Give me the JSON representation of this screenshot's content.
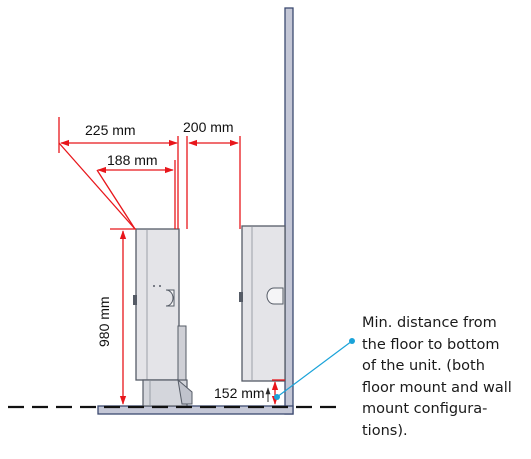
{
  "dimensions": {
    "offset_225": "225 mm",
    "offset_188": "188 mm",
    "spacing_200": "200 mm",
    "height_980": "980 mm",
    "floor_152": "152 mm"
  },
  "note": {
    "lines": [
      "Min. distance from",
      "the floor to bottom",
      "of the unit. (both",
      "floor mount and wall",
      "mount configura-",
      "tions)."
    ]
  },
  "colors": {
    "dimension": "#e8161b",
    "callout": "#1aa3d9",
    "outline": "#3c4a70",
    "wall_fill": "#c4c7d6",
    "unit_fill": "#e4e4e8"
  }
}
